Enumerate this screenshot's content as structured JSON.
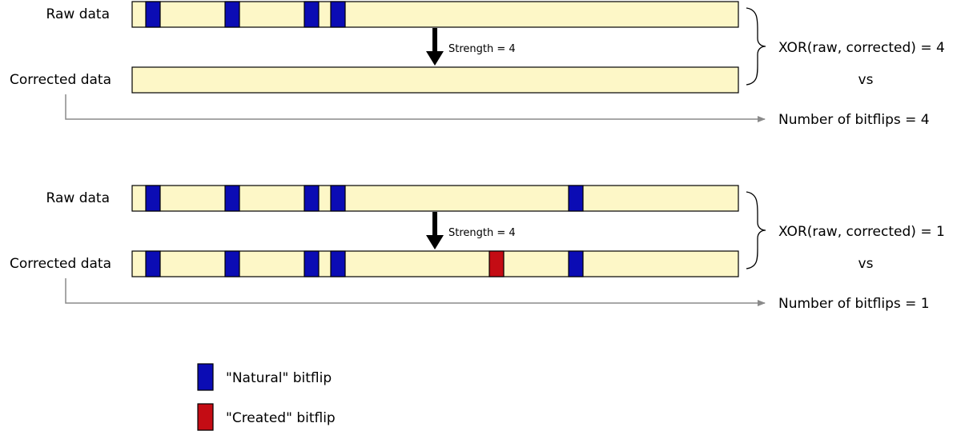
{
  "colors": {
    "bar_fill": "#fdf7c7",
    "natural": "#0b0cb4",
    "created": "#c40c14",
    "arrow": "#000000",
    "guide": "#8a8a8a"
  },
  "panels": [
    {
      "raw_label": "Raw data",
      "corrected_label": "Corrected data",
      "strength_label": "Strength = 4",
      "xor_label": "XOR(raw, corrected) = 4",
      "vs_label": "vs",
      "bitflips_label": "Number of bitflips = 4",
      "raw_flips": [
        {
          "bit": 1,
          "kind": "natural"
        },
        {
          "bit": 7,
          "kind": "natural"
        },
        {
          "bit": 13,
          "kind": "natural"
        },
        {
          "bit": 15,
          "kind": "natural"
        }
      ],
      "corrected_flips": []
    },
    {
      "raw_label": "Raw data",
      "corrected_label": "Corrected data",
      "strength_label": "Strength = 4",
      "xor_label": "XOR(raw, corrected) = 1",
      "vs_label": "vs",
      "bitflips_label": "Number of bitflips = 1",
      "raw_flips": [
        {
          "bit": 1,
          "kind": "natural"
        },
        {
          "bit": 7,
          "kind": "natural"
        },
        {
          "bit": 13,
          "kind": "natural"
        },
        {
          "bit": 15,
          "kind": "natural"
        },
        {
          "bit": 33,
          "kind": "natural"
        }
      ],
      "corrected_flips": [
        {
          "bit": 1,
          "kind": "natural"
        },
        {
          "bit": 7,
          "kind": "natural"
        },
        {
          "bit": 13,
          "kind": "natural"
        },
        {
          "bit": 15,
          "kind": "natural"
        },
        {
          "bit": 27,
          "kind": "created"
        },
        {
          "bit": 33,
          "kind": "natural"
        }
      ]
    }
  ],
  "legend": [
    {
      "kind": "natural",
      "label": "\"Natural\" bitflip"
    },
    {
      "kind": "created",
      "label": "\"Created\" bitflip"
    }
  ]
}
